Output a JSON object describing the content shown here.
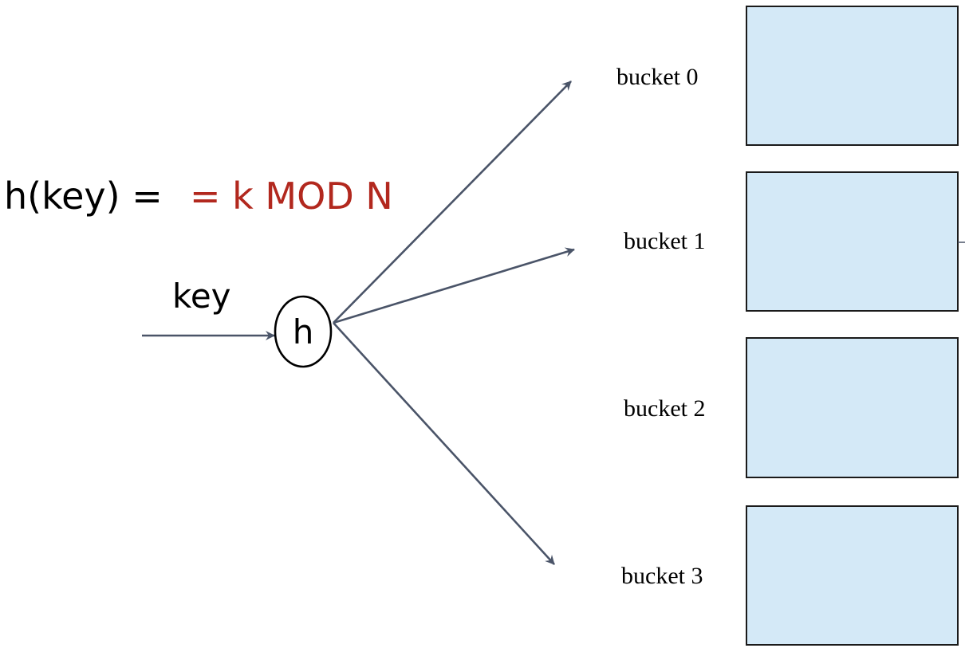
{
  "formula": {
    "lhs": "h(key) =",
    "rhs": "= k MOD N"
  },
  "input_label": "key",
  "hash_node_label": "h",
  "buckets": [
    {
      "label": "bucket 0"
    },
    {
      "label": "bucket 1"
    },
    {
      "label": "bucket 2"
    },
    {
      "label": "bucket 3"
    }
  ],
  "colors": {
    "formula_rhs": "#b2281e",
    "arrow": "#4a5468",
    "bucket_fill": "#d4e9f7",
    "bucket_stroke": "#1a1a1a"
  }
}
